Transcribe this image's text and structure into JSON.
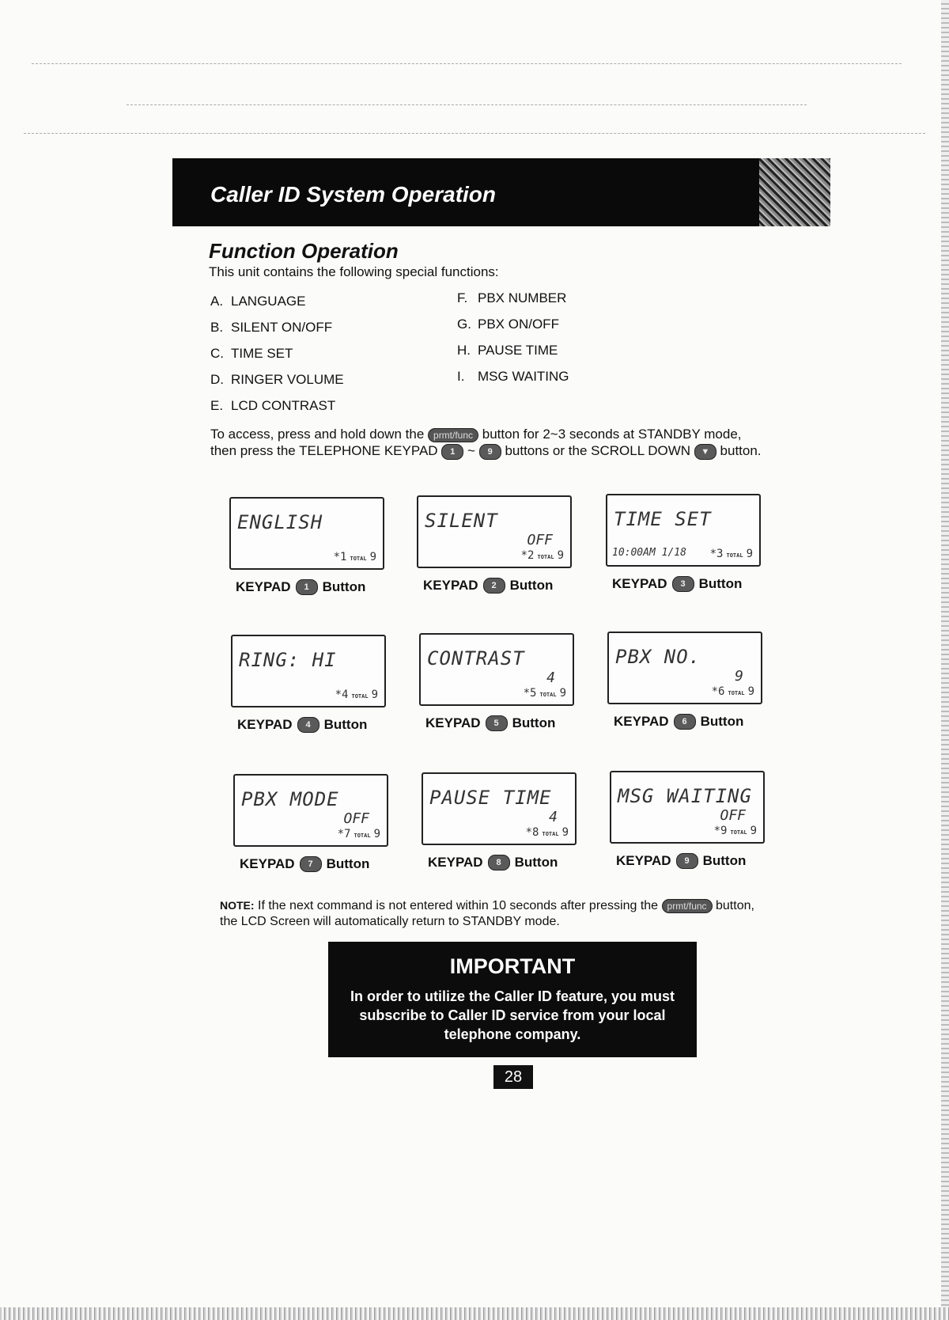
{
  "header": {
    "title": "Caller ID System Operation"
  },
  "section": {
    "title": "Function Operation",
    "intro": "This unit contains the following special functions:"
  },
  "functions_left": [
    {
      "letter": "A.",
      "label": "LANGUAGE"
    },
    {
      "letter": "B.",
      "label": "SILENT ON/OFF"
    },
    {
      "letter": "C.",
      "label": "TIME SET"
    },
    {
      "letter": "D.",
      "label": "RINGER VOLUME"
    },
    {
      "letter": "E.",
      "label": "LCD CONTRAST"
    }
  ],
  "functions_right": [
    {
      "letter": "F.",
      "label": "PBX NUMBER"
    },
    {
      "letter": "G.",
      "label": "PBX ON/OFF"
    },
    {
      "letter": "H.",
      "label": "PAUSE TIME"
    },
    {
      "letter": "I.",
      "label": "MSG WAITING"
    }
  ],
  "access": {
    "t1": "To access, press and hold down the",
    "prog_btn": "prmt/func",
    "t2": "button for 2~3 seconds at STANDBY mode, then press the TELEPHONE KEYPAD",
    "key1": "1",
    "tilde": "~",
    "key9": "9",
    "t3": "buttons or the SCROLL DOWN",
    "t4": "button."
  },
  "lcds": [
    {
      "main": "ENGLISH",
      "value": "",
      "left": "",
      "index": "*1",
      "total_label": "TOTAL",
      "total": "9",
      "key": "1",
      "caption_a": "KEYPAD",
      "caption_b": "Button"
    },
    {
      "main": "SILENT",
      "value": "OFF",
      "left": "",
      "index": "*2",
      "total_label": "TOTAL",
      "total": "9",
      "key": "2",
      "caption_a": "KEYPAD",
      "caption_b": "Button"
    },
    {
      "main": "TIME SET",
      "value": "",
      "left": "10:00AM 1/18",
      "index": "*3",
      "total_label": "TOTAL",
      "total": "9",
      "key": "3",
      "caption_a": "KEYPAD",
      "caption_b": "Button"
    },
    {
      "main": "RING: HI",
      "value": "",
      "left": "",
      "index": "*4",
      "total_label": "TOTAL",
      "total": "9",
      "key": "4",
      "caption_a": "KEYPAD",
      "caption_b": "Button"
    },
    {
      "main": "CONTRAST",
      "value": "4",
      "left": "",
      "index": "*5",
      "total_label": "TOTAL",
      "total": "9",
      "key": "5",
      "caption_a": "KEYPAD",
      "caption_b": "Button"
    },
    {
      "main": "PBX NO.",
      "value": "9",
      "left": "",
      "index": "*6",
      "total_label": "TOTAL",
      "total": "9",
      "key": "6",
      "caption_a": "KEYPAD",
      "caption_b": "Button"
    },
    {
      "main": "PBX MODE",
      "value": "OFF",
      "left": "",
      "index": "*7",
      "total_label": "TOTAL",
      "total": "9",
      "key": "7",
      "caption_a": "KEYPAD",
      "caption_b": "Button"
    },
    {
      "main": "PAUSE TIME",
      "value": "4",
      "left": "",
      "index": "*8",
      "total_label": "TOTAL",
      "total": "9",
      "key": "8",
      "caption_a": "KEYPAD",
      "caption_b": "Button"
    },
    {
      "main": "MSG WAITING",
      "value": "OFF",
      "left": "",
      "index": "*9",
      "total_label": "TOTAL",
      "total": "9",
      "key": "9",
      "caption_a": "KEYPAD",
      "caption_b": "Button"
    }
  ],
  "note": {
    "label": "NOTE:",
    "t1": "If the next command is not entered within 10 seconds after pressing the",
    "prog_btn": "prmt/func",
    "t2": "button, the LCD Screen will automatically return to STANDBY mode."
  },
  "important": {
    "title": "IMPORTANT",
    "body": "In order to utilize the Caller ID feature, you must subscribe to Caller ID service from your local telephone company."
  },
  "page_number": "28"
}
